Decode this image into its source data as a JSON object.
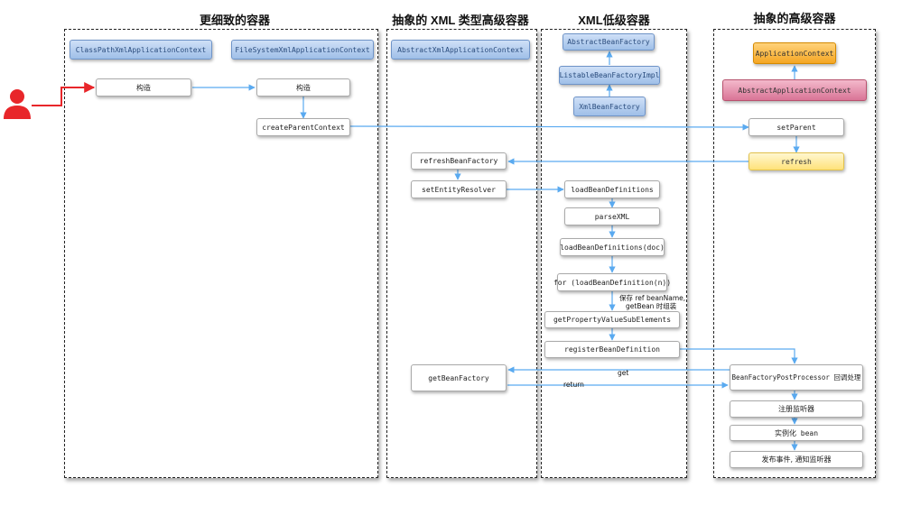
{
  "titles": {
    "col1": "更细致的容器",
    "col2": "抽象的 XML 类型高级容器",
    "col3": "XML低级容器",
    "col4": "抽象的高级容器"
  },
  "col1": {
    "classpath_ctx": "ClassPathXmlApplicationContext",
    "filesystem_ctx": "FileSystemXmlApplicationContext",
    "construct_1": "构造",
    "construct_2": "构造",
    "create_parent": "createParentContext"
  },
  "col2": {
    "abstract_xml_ctx": "AbstractXmlApplicationContext",
    "refresh_bean_factory": "refreshBeanFactory",
    "set_entity_resolver": "setEntityResolver",
    "get_bean_factory": "getBeanFactory"
  },
  "col3": {
    "abstract_bean_factory": "AbstractBeanFactory",
    "listable_bean_factory": "ListableBeanFactoryImpl",
    "xml_bean_factory": "XmlBeanFactory",
    "load_bean_definitions": "loadBeanDefinitions",
    "parse_xml": "parseXML",
    "load_bean_definitions_doc": "loadBeanDefinitions(doc)",
    "for_load": "for (loadBeanDefinition(n))",
    "note_line1": "保存 ref  beanName,",
    "note_line2": "getBean 时组装",
    "get_property_value": "getPropertyValueSubElements",
    "register_bean_definition": "registerBeanDefinition"
  },
  "col4": {
    "application_context": "ApplicationContext",
    "abstract_application_context": "AbstractApplicationContext",
    "set_parent": "setParent",
    "refresh": "refresh",
    "bfpp": "BeanFactoryPostProcessor 回调处理",
    "register_listeners": "注册监听器",
    "instantiate_bean": "实例化  bean",
    "publish_event": "发布事件, 通知监听器"
  },
  "edge_labels": {
    "get": "get",
    "return": "return"
  },
  "colors": {
    "arrow": "#5aaaf0",
    "user": "#e8262a",
    "blue_box": "#9fbfe8",
    "orange_box": "#f5a623",
    "pink_box": "#d97496",
    "yellow_box": "#ffe27a"
  },
  "icons": {
    "user": "user-icon"
  }
}
